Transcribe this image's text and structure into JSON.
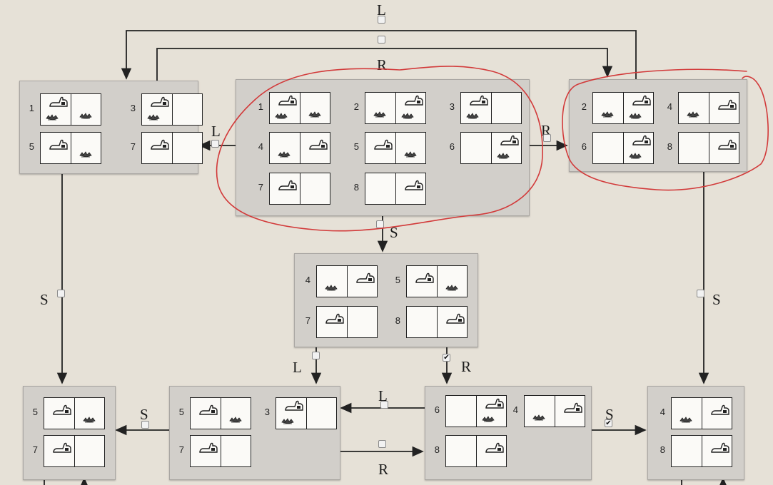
{
  "title_label": "L",
  "boxes": [
    {
      "id": "A",
      "states": [
        {
          "n": "1",
          "l": "vac-dirt",
          "r": "dirt"
        },
        {
          "n": "3",
          "l": "vac-dirt",
          "r": "empty"
        },
        {
          "n": "5",
          "l": "vac",
          "r": "dirt"
        },
        {
          "n": "7",
          "l": "vac",
          "r": "empty"
        }
      ]
    },
    {
      "id": "B",
      "states": [
        {
          "n": "1",
          "l": "vac-dirt",
          "r": "dirt"
        },
        {
          "n": "2",
          "l": "dirt",
          "r": "vac-dirt"
        },
        {
          "n": "3",
          "l": "vac-dirt",
          "r": "empty"
        },
        {
          "n": "4",
          "l": "dirt",
          "r": "vac"
        },
        {
          "n": "5",
          "l": "vac",
          "r": "dirt"
        },
        {
          "n": "6",
          "l": "empty",
          "r": "vac-dirt"
        },
        {
          "n": "7",
          "l": "vac",
          "r": "empty"
        },
        {
          "n": "8",
          "l": "empty",
          "r": "vac"
        }
      ]
    },
    {
      "id": "C",
      "states": [
        {
          "n": "2",
          "l": "dirt",
          "r": "vac-dirt"
        },
        {
          "n": "4",
          "l": "dirt",
          "r": "vac"
        },
        {
          "n": "6",
          "l": "empty",
          "r": "vac-dirt"
        },
        {
          "n": "8",
          "l": "empty",
          "r": "vac"
        }
      ]
    },
    {
      "id": "D",
      "states": [
        {
          "n": "4",
          "l": "dirt",
          "r": "vac"
        },
        {
          "n": "5",
          "l": "vac",
          "r": "dirt"
        },
        {
          "n": "7",
          "l": "vac",
          "r": "empty"
        },
        {
          "n": "8",
          "l": "empty",
          "r": "vac"
        }
      ]
    },
    {
      "id": "E",
      "states": [
        {
          "n": "5",
          "l": "vac",
          "r": "dirt"
        },
        {
          "n": "7",
          "l": "vac",
          "r": "empty"
        }
      ]
    },
    {
      "id": "F",
      "states": [
        {
          "n": "5",
          "l": "vac",
          "r": "dirt"
        },
        {
          "n": "3",
          "l": "vac-dirt",
          "r": "empty"
        },
        {
          "n": "7",
          "l": "vac",
          "r": "empty"
        }
      ]
    },
    {
      "id": "G",
      "states": [
        {
          "n": "6",
          "l": "empty",
          "r": "vac-dirt"
        },
        {
          "n": "4",
          "l": "dirt",
          "r": "vac"
        },
        {
          "n": "8",
          "l": "empty",
          "r": "vac"
        }
      ]
    },
    {
      "id": "H",
      "states": [
        {
          "n": "4",
          "l": "dirt",
          "r": "vac"
        },
        {
          "n": "8",
          "l": "empty",
          "r": "vac"
        }
      ]
    }
  ],
  "edges": [
    {
      "from": "B",
      "to": "A",
      "action": "L"
    },
    {
      "from": "B",
      "to": "C",
      "action": "R"
    },
    {
      "from": "B",
      "to": "D",
      "action": "S"
    },
    {
      "from": "A",
      "to": "E",
      "action": "S"
    },
    {
      "from": "C",
      "to": "H",
      "action": "S"
    },
    {
      "from": "C",
      "to": "A",
      "action": "L"
    },
    {
      "from": "A",
      "to": "C",
      "action": "R"
    },
    {
      "from": "D",
      "to": "F",
      "action": "L"
    },
    {
      "from": "D",
      "to": "G",
      "action": "R"
    },
    {
      "from": "F",
      "to": "E",
      "action": "S"
    },
    {
      "from": "G",
      "to": "F",
      "action": "L"
    },
    {
      "from": "F",
      "to": "G",
      "action": "R"
    },
    {
      "from": "G",
      "to": "H",
      "action": "S"
    }
  ],
  "colors": {
    "arrow": "#222222",
    "annotation": "#d23a3a",
    "box": "#d2cfca",
    "background": "#e6e1d7"
  },
  "icons": {
    "vacuum": "vacuum-icon",
    "dirt": "dirt-icon"
  }
}
